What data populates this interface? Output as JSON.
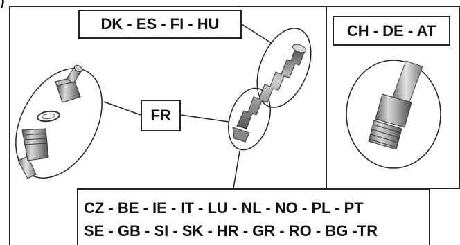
{
  "corner_label": ")",
  "labels": {
    "dk_group": "DK - ES - FI - HU",
    "ch_group": "CH - DE - AT",
    "fr": "FR",
    "bottom_line1": "CZ - BE - IE - IT - LU - NL - NO - PL - PT",
    "bottom_line2": "SE - GB - SI - SK - HR - GR - RO - BG -TR"
  },
  "colors": {
    "line": "#222222",
    "metal_dark": "#5a5a5a",
    "metal_mid": "#9a9a9a",
    "metal_light": "#d8d8d8",
    "background": "#ffffff"
  }
}
